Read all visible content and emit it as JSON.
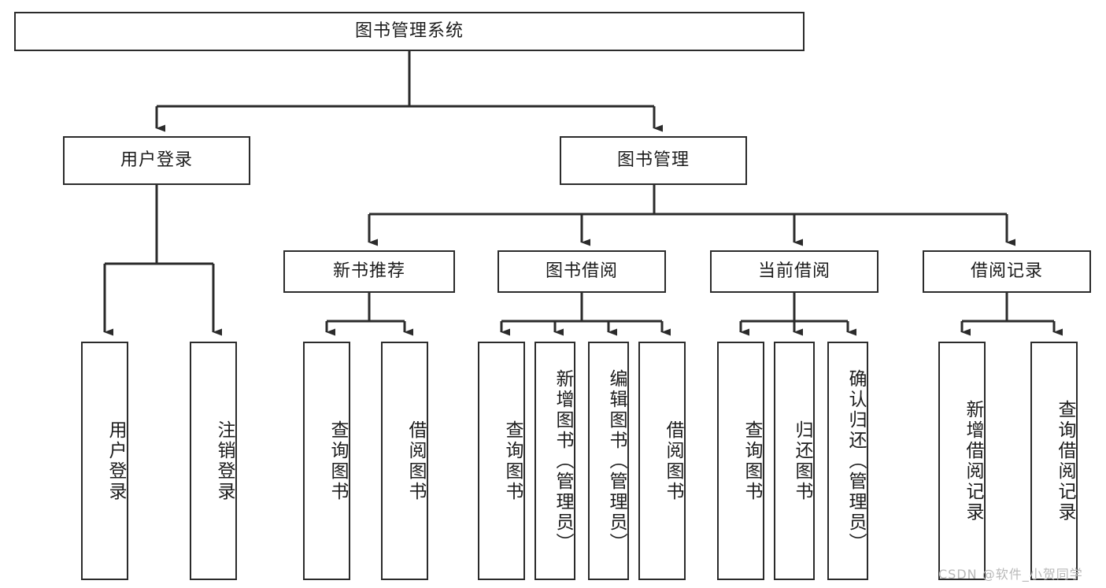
{
  "diagram": {
    "title": "图书管理系统",
    "type": "hierarchy-tree",
    "root": {
      "label": "图书管理系统"
    },
    "level2": [
      {
        "label": "用户登录"
      },
      {
        "label": "图书管理"
      }
    ],
    "level3": [
      {
        "label": "新书推荐"
      },
      {
        "label": "图书借阅"
      },
      {
        "label": "当前借阅"
      },
      {
        "label": "借阅记录"
      }
    ],
    "leaves": {
      "user_login": [
        {
          "label": "用户登录"
        },
        {
          "label": "注销登录"
        }
      ],
      "new_book_recommend": [
        {
          "label": "查询图书"
        },
        {
          "label": "借阅图书"
        }
      ],
      "book_borrow": [
        {
          "label": "查询图书"
        },
        {
          "label": "新增图书（管理员）"
        },
        {
          "label": "编辑图书（管理员）"
        },
        {
          "label": "借阅图书"
        }
      ],
      "current_borrow": [
        {
          "label": "查询图书"
        },
        {
          "label": "归还图书"
        },
        {
          "label": "确认归还（管理员）"
        }
      ],
      "borrow_record": [
        {
          "label": "新增借阅记录"
        },
        {
          "label": "查询借阅记录"
        }
      ]
    }
  },
  "watermark": {
    "text": "CSDN @软件_小贺同学"
  },
  "colors": {
    "background": "#ffffff",
    "box_border": "#2b2b2b",
    "box_fill": "#ffffff",
    "text": "#1c1c1c",
    "connector": "#2b2b2b",
    "watermark": "#b9b9b9"
  }
}
